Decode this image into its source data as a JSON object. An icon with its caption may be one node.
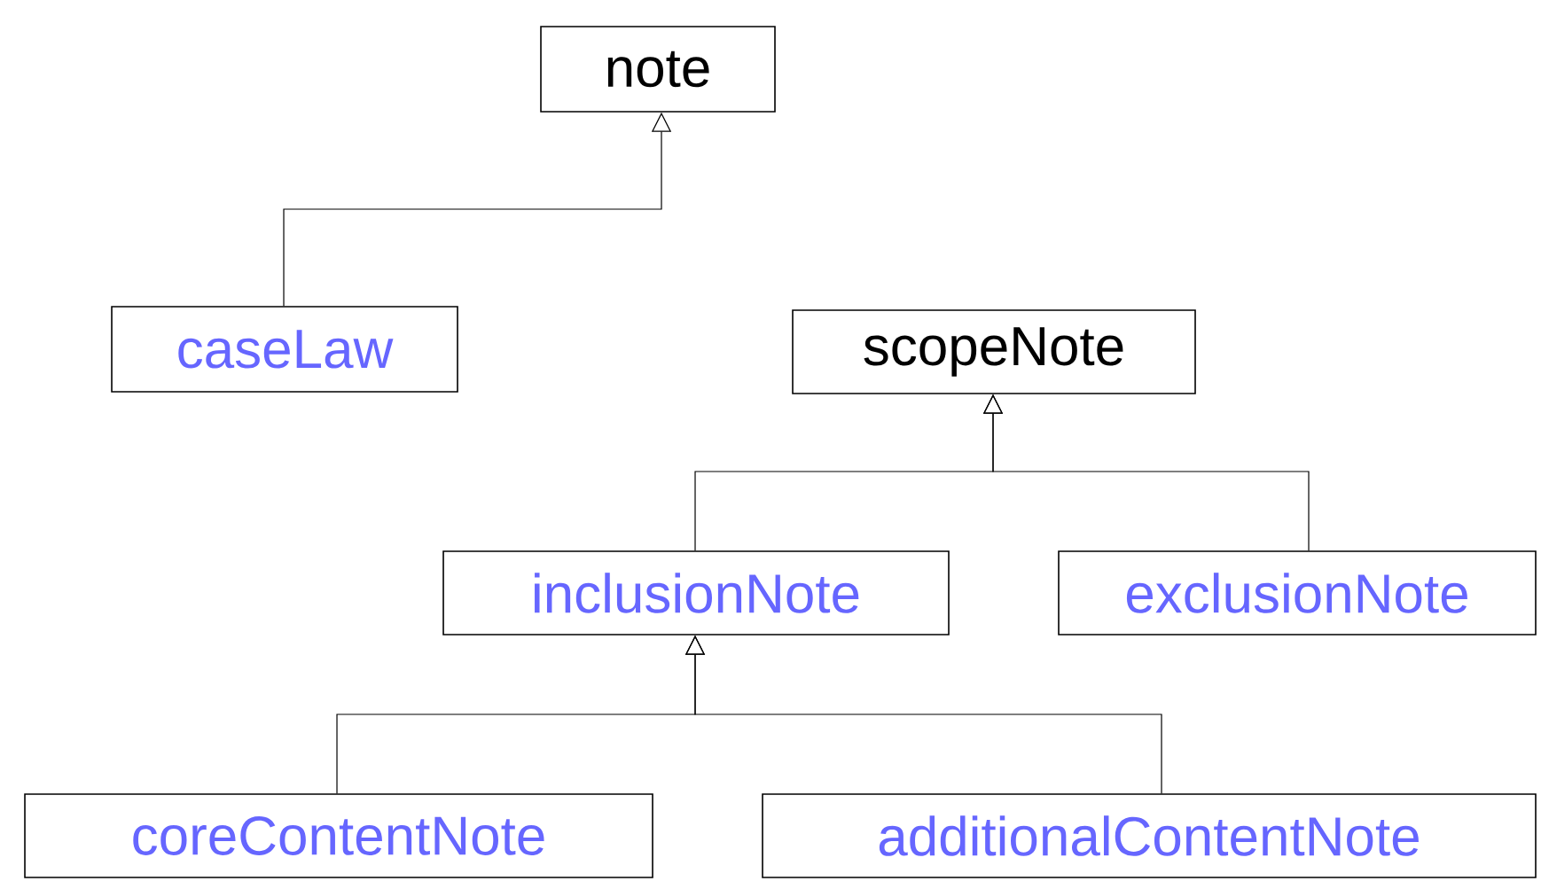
{
  "diagram": {
    "nodes": [
      {
        "text": [
          "note"
        ]
      },
      {
        "text": [
          "caseLaw"
        ]
      },
      {
        "text": [
          "scopeNote"
        ]
      },
      {
        "text": [
          "inclusionNote"
        ]
      },
      {
        "text": [
          "exclusionNote"
        ]
      },
      {
        "text": [
          "coreContentNote"
        ]
      },
      {
        "text": [
          "additionalContentNote"
        ]
      }
    ],
    "edges": [
      {
        "from": 1,
        "to": 0,
        "arrow": "to"
      },
      {
        "from": 3,
        "to": 2,
        "arrow": "to"
      },
      {
        "from": 4,
        "to": 2,
        "arrow": "to"
      },
      {
        "from": 5,
        "to": 3,
        "arrow": "to"
      },
      {
        "from": 6,
        "to": 3,
        "arrow": "to"
      }
    ]
  }
}
